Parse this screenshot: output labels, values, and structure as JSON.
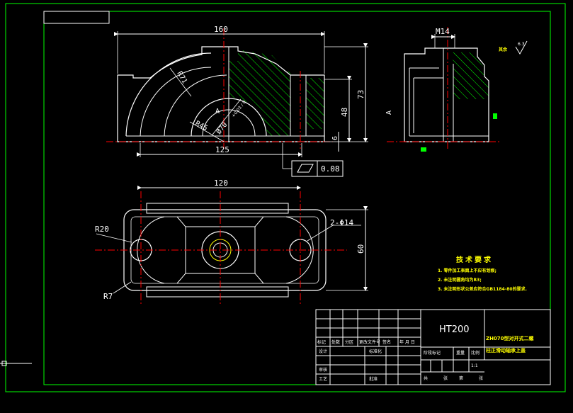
{
  "front_view": {
    "dim_width_overall": "160",
    "dim_width_base": "125",
    "dim_height_overall": "73",
    "dim_height_body": "48",
    "dim_height_base": "6",
    "radius_outer": "R71",
    "radius_inner": "R45",
    "bore": "Ø70",
    "bore_tol": "+0.03 / 0",
    "flatness_value": "0.08"
  },
  "side_view": {
    "thread": "M14",
    "roughness_label": "其余",
    "roughness_value": "6.3"
  },
  "top_view": {
    "dim_length": "120",
    "dim_width": "60",
    "radius_boss": "R20",
    "radius_corner": "R7",
    "holes": "2-Φ14"
  },
  "tech_notes": {
    "title": "技术要求",
    "items": [
      "1. 零件加工表面上不应有划痕;",
      "2. 未注明圆角均为R3;",
      "3. 未注明形状公差应符合GB1184-80的要求."
    ]
  },
  "title_block": {
    "material": "HT200",
    "part_name_line1": "ZH070型对开式二螺",
    "part_name_line2": "柱正滑动轴承上盖",
    "header_cells": [
      "标记",
      "处数",
      "分区",
      "更改文件号",
      "签名",
      "年 月 日"
    ],
    "left_rows": [
      "设计",
      "审核",
      "工艺"
    ],
    "mid_rows": [
      "标准化",
      "批准"
    ],
    "stage_labels": [
      "阶段标记",
      "重量",
      "比例"
    ],
    "scale": "1:1",
    "sheet_labels": [
      "共",
      "张",
      "第",
      "张"
    ]
  },
  "colors": {
    "frame": "#00ff00",
    "outline": "#ffffff",
    "hatch": "#00ff00",
    "center": "#ff0000",
    "dimension": "#ffffff",
    "notes": "#ffff00"
  }
}
